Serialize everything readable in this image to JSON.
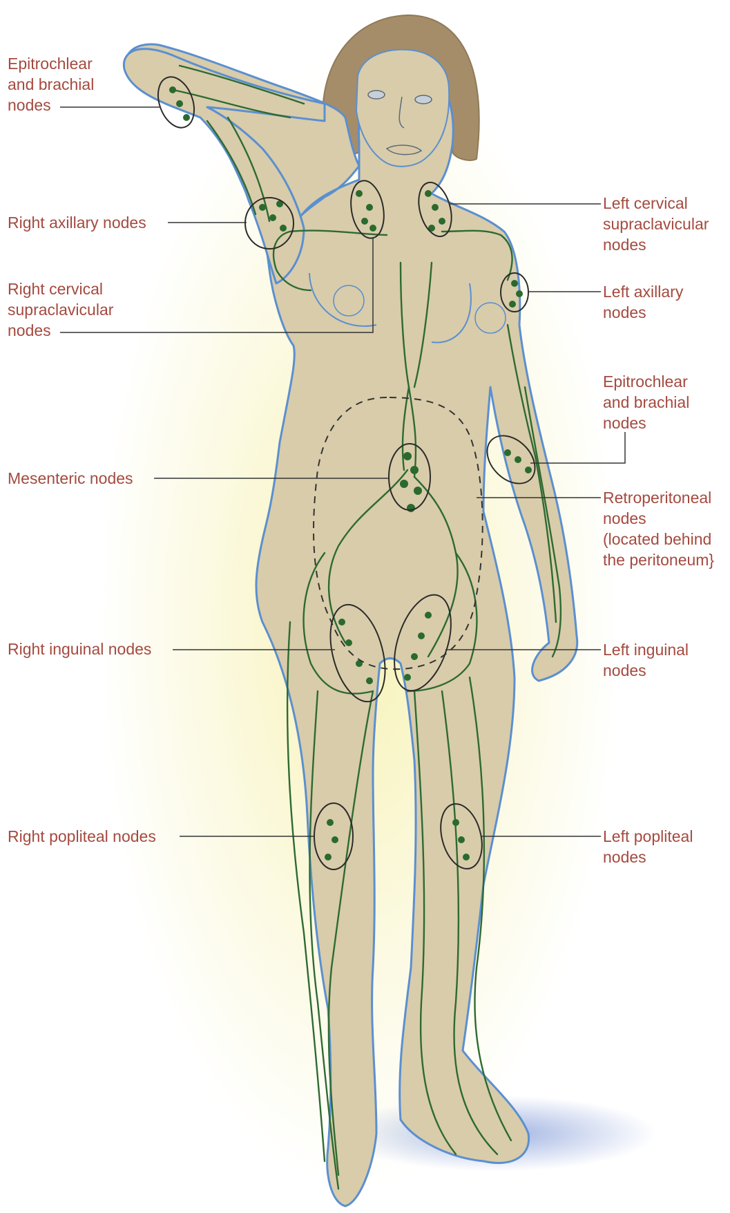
{
  "labels": {
    "epitrochlear_right": [
      "Epitrochlear",
      "and brachial",
      "nodes"
    ],
    "axillary_right": [
      "Right axillary nodes"
    ],
    "cervical_right": [
      "Right cervical",
      "supraclavicular",
      "nodes"
    ],
    "mesenteric": [
      "Mesenteric nodes"
    ],
    "inguinal_right": [
      "Right inguinal nodes"
    ],
    "popliteal_right": [
      "Right popliteal nodes"
    ],
    "cervical_left": [
      "Left cervical",
      "supraclavicular",
      "nodes"
    ],
    "axillary_left": [
      "Left axillary",
      "nodes"
    ],
    "epitrochlear_left": [
      "Epitrochlear",
      "and brachial",
      "nodes"
    ],
    "retroperitoneal": [
      "Retroperitoneal",
      "nodes",
      "(located behind",
      "the peritoneum}"
    ],
    "inguinal_left": [
      "Left inguinal",
      "nodes"
    ],
    "popliteal_left": [
      "Left popliteal",
      "nodes"
    ]
  },
  "colors": {
    "label_text": "#a44a3f",
    "skin_fill": "#d8ccaa",
    "skin_outline": "#5b8fd0",
    "glow": "#f4f0a8",
    "hair": "#a58d6a",
    "lymph_vessel": "#2e6a32",
    "lymph_node": "#2a6a2e",
    "node_circle": "#2b2b2b",
    "leader_line": "#333333",
    "shadow": "#9aaee0"
  }
}
